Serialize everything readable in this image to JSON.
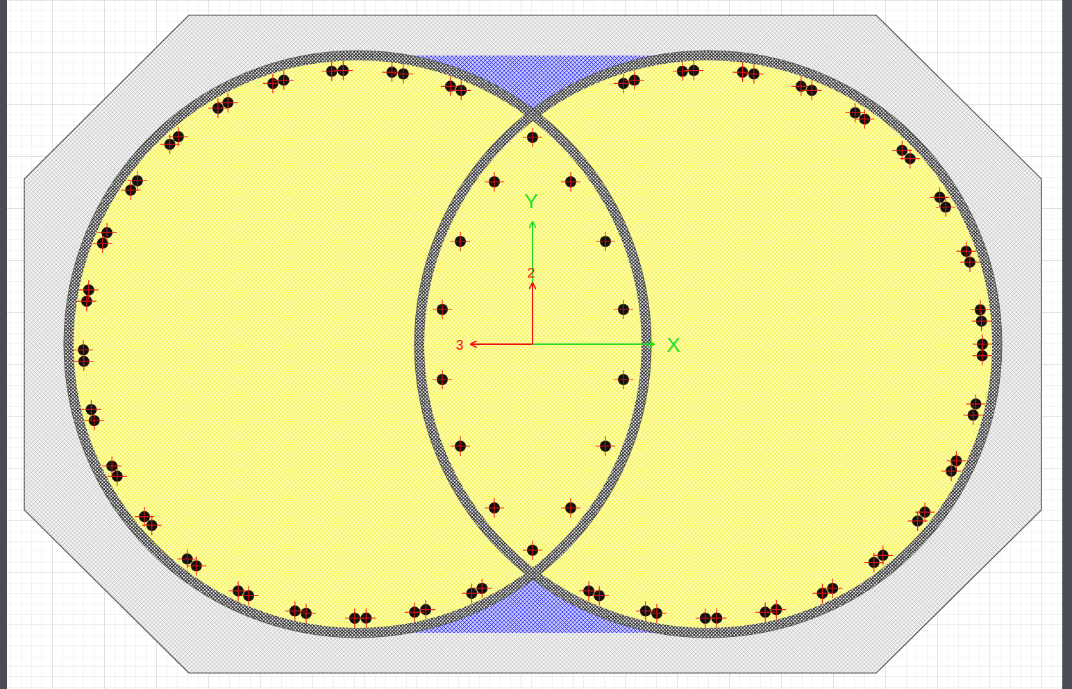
{
  "diagram": {
    "labels": [
      "Y",
      "2",
      "3",
      "X"
    ]
  }
}
